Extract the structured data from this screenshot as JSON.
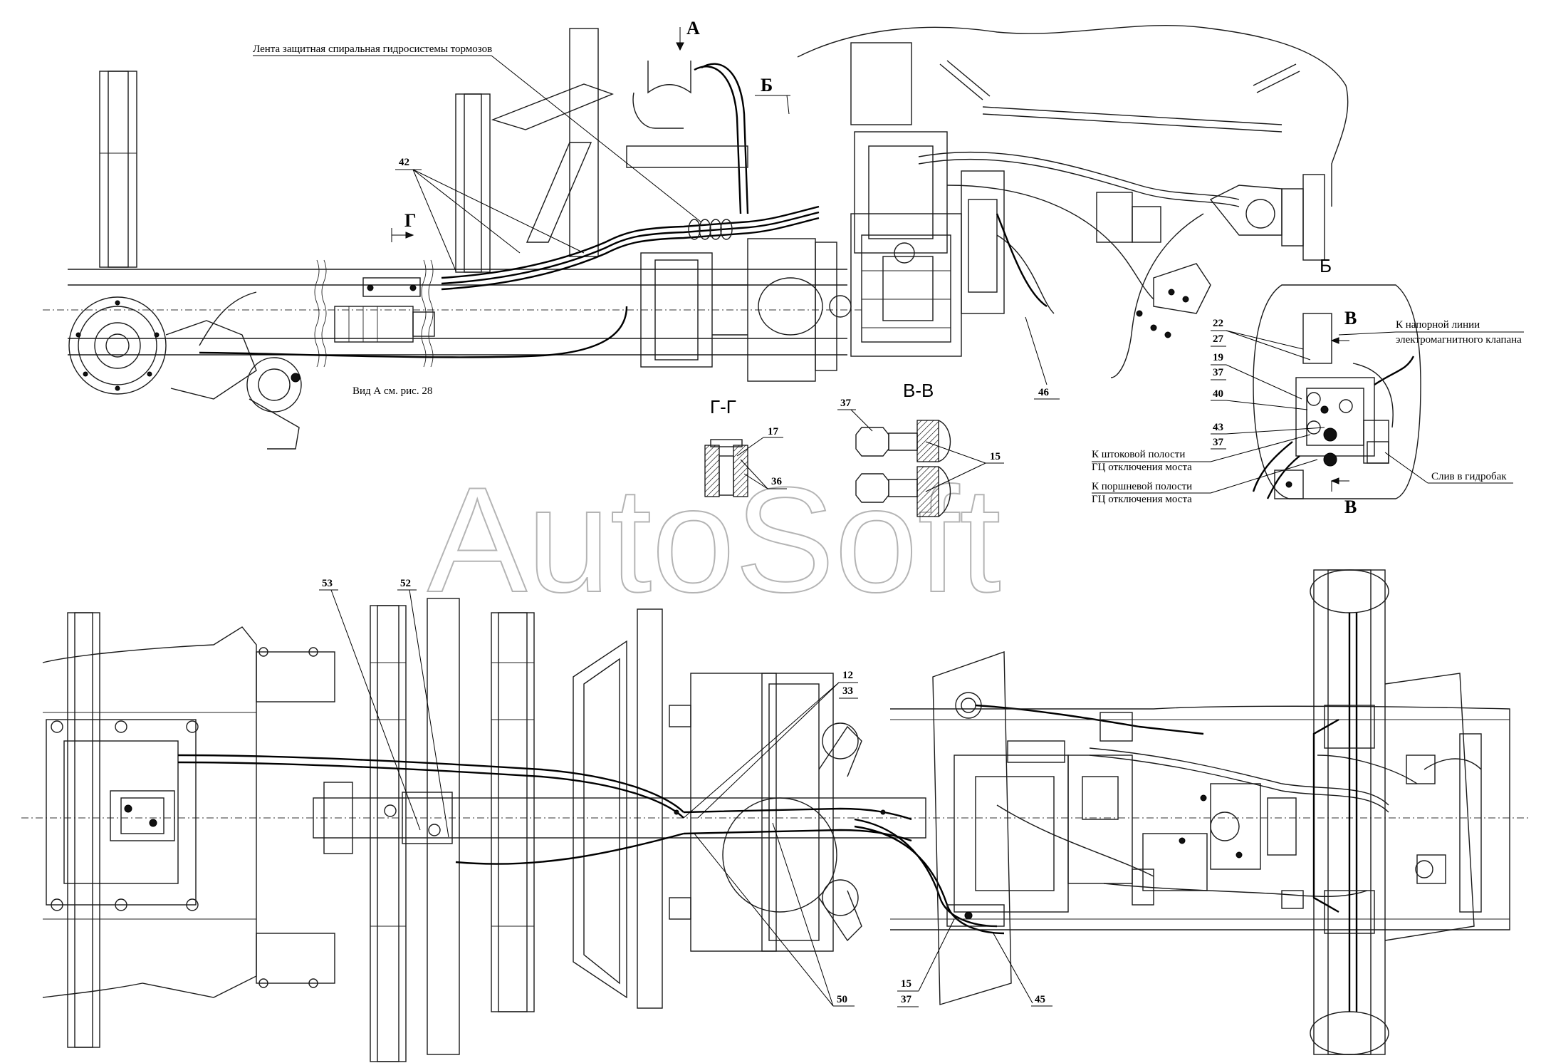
{
  "watermark": "AutoSoft",
  "captions": {
    "brake_tape": "Лента защитная спиральная гидросистемы тормозов",
    "view_a_ref": "Вид А см. рис. 28",
    "pressure_line_1": "К напорной линии",
    "pressure_line_2": "электромагнитного клапана",
    "rod_cavity_1": "К штоковой полости",
    "rod_cavity_2": "ГЦ отключения моста",
    "piston_cavity_1": "К поршневой полости",
    "piston_cavity_2": "ГЦ отключения моста",
    "drain": "Слив в гидробак"
  },
  "section_labels": {
    "view_a": "А",
    "view_b_top": "Б",
    "view_b_detail": "Б",
    "section_g_arrow": "Г",
    "section_gg": "Г-Г",
    "section_vv": "В-В",
    "section_v_top": "В",
    "section_v_bottom": "В"
  },
  "callouts": {
    "c42": "42",
    "c46": "46",
    "c17": "17",
    "c36": "36",
    "c37_vv": "37",
    "c15_vv": "15",
    "c22": "22",
    "c27": "27",
    "c19": "19",
    "c37_b1": "37",
    "c40": "40",
    "c43": "43",
    "c37_b2": "37",
    "c53": "53",
    "c52": "52",
    "c12": "12",
    "c33": "33",
    "c50": "50",
    "c15_bottom": "15",
    "c37_bottom": "37",
    "c45": "45"
  }
}
